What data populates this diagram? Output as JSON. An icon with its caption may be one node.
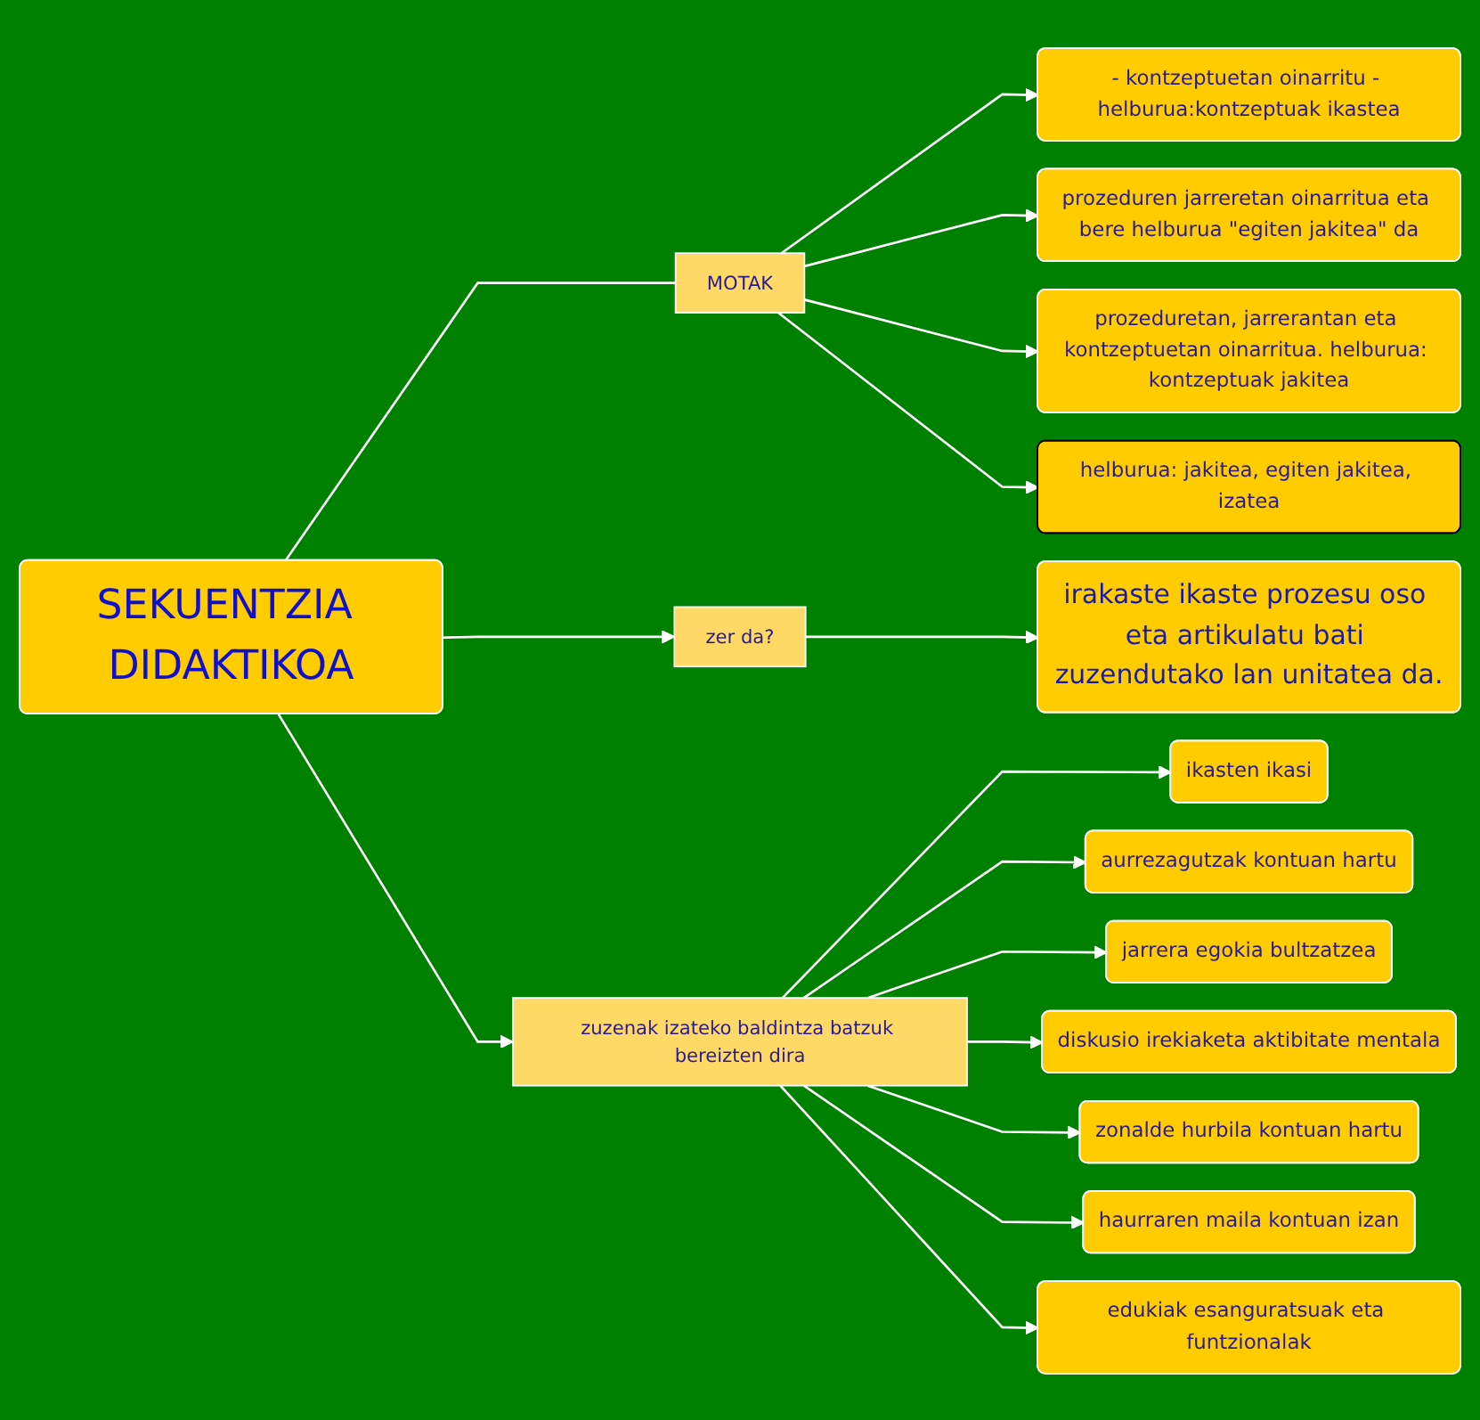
{
  "diagram": {
    "nodes": [
      {
        "text": [
          "SEKUENTZIA DIDAKTIKOA"
        ]
      },
      {
        "text": [
          "MOTAK"
        ]
      },
      {
        "text": [
          "- kontzeptuetan oinarritu - helburua:kontzeptuak ikastea"
        ]
      },
      {
        "text": [
          "prozeduren jarreretan oinarritua eta bere helburua \"egiten jakitea\" da"
        ]
      },
      {
        "text": [
          "prozeduretan, jarrerantan eta kontzeptuetan oinarritua. helburua: kontzeptuak jakitea"
        ]
      },
      {
        "text": [
          "helburua: jakitea, egiten jakitea, izatea"
        ]
      },
      {
        "text": [
          "zer da?"
        ]
      },
      {
        "text": [
          "irakaste ikaste prozesu oso eta artikulatu bati zuzendutako lan unitatea da."
        ]
      },
      {
        "text": [
          "zuzenak izateko baldintza batzuk bereizten dira"
        ]
      },
      {
        "text": [
          "ikasten ikasi"
        ]
      },
      {
        "text": [
          "edukiak esanguratsuak eta funtzionalak"
        ]
      },
      {
        "text": [
          "aurrezagutzak kontuan hartu"
        ]
      },
      {
        "text": [
          "haurraren maila kontuan izan"
        ]
      },
      {
        "text": [
          "jarrera egokia bultzatzea"
        ]
      },
      {
        "text": [
          "zonalde hurbila kontuan hartu"
        ]
      },
      {
        "text": [
          "diskusio irekiaketa aktibitate mentala"
        ]
      }
    ],
    "edges": [
      {
        "from": 0,
        "to": 1,
        "arrow": "none"
      },
      {
        "from": 1,
        "to": 2,
        "arrow": "to"
      },
      {
        "from": 1,
        "to": 3,
        "arrow": "to"
      },
      {
        "from": 1,
        "to": 4,
        "arrow": "to"
      },
      {
        "from": 1,
        "to": 5,
        "arrow": "to"
      },
      {
        "from": 0,
        "to": 6,
        "arrow": "to"
      },
      {
        "from": 6,
        "to": 7,
        "arrow": "to"
      },
      {
        "from": 0,
        "to": 8,
        "arrow": "to"
      },
      {
        "from": 8,
        "to": 9,
        "arrow": "to"
      },
      {
        "from": 8,
        "to": 11,
        "arrow": "to"
      },
      {
        "from": 8,
        "to": 13,
        "arrow": "to"
      },
      {
        "from": 8,
        "to": 15,
        "arrow": "to"
      },
      {
        "from": 8,
        "to": 14,
        "arrow": "to"
      },
      {
        "from": 8,
        "to": 12,
        "arrow": "to"
      },
      {
        "from": 8,
        "to": 10,
        "arrow": "to"
      }
    ]
  }
}
